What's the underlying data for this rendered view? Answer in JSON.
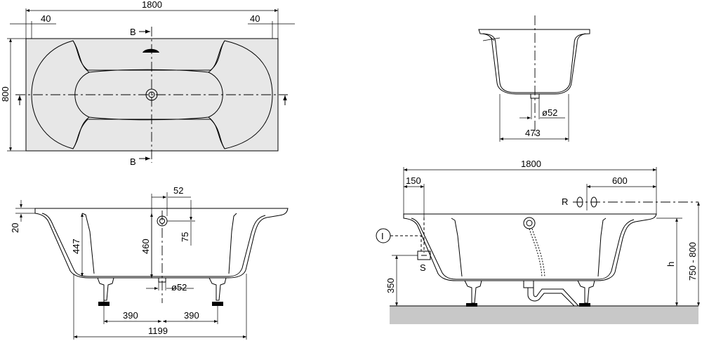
{
  "top_view": {
    "dim_length": "1800",
    "dim_left_rim": "40",
    "dim_right_rim": "40",
    "dim_width": "800",
    "section_mark_top": "B",
    "section_mark_bottom": "B"
  },
  "end_view": {
    "dim_drain_dia": "ø52",
    "dim_bottom_width": "473"
  },
  "long_section": {
    "dim_rim_height": "20",
    "dim_inner_depth": "447",
    "dim_overflow_height": "460",
    "dim_overflow_offset": "52",
    "dim_overflow_dist": "75",
    "dim_drain_dia": "ø52",
    "dim_leg_left": "390",
    "dim_leg_right": "390",
    "dim_base_length": "1199"
  },
  "install_view": {
    "dim_length": "1800",
    "dim_wall_offset": "150",
    "dim_tap_offset": "600",
    "label_tap": "R",
    "label_inlet": "I",
    "label_supply": "S",
    "dim_floor_height": "350",
    "label_height": "h",
    "dim_rim_range": "750 - 800"
  },
  "colors": {
    "tub_fill": "#e7e7e7",
    "floor_fill": "#c8c8c8",
    "line": "#000000"
  }
}
